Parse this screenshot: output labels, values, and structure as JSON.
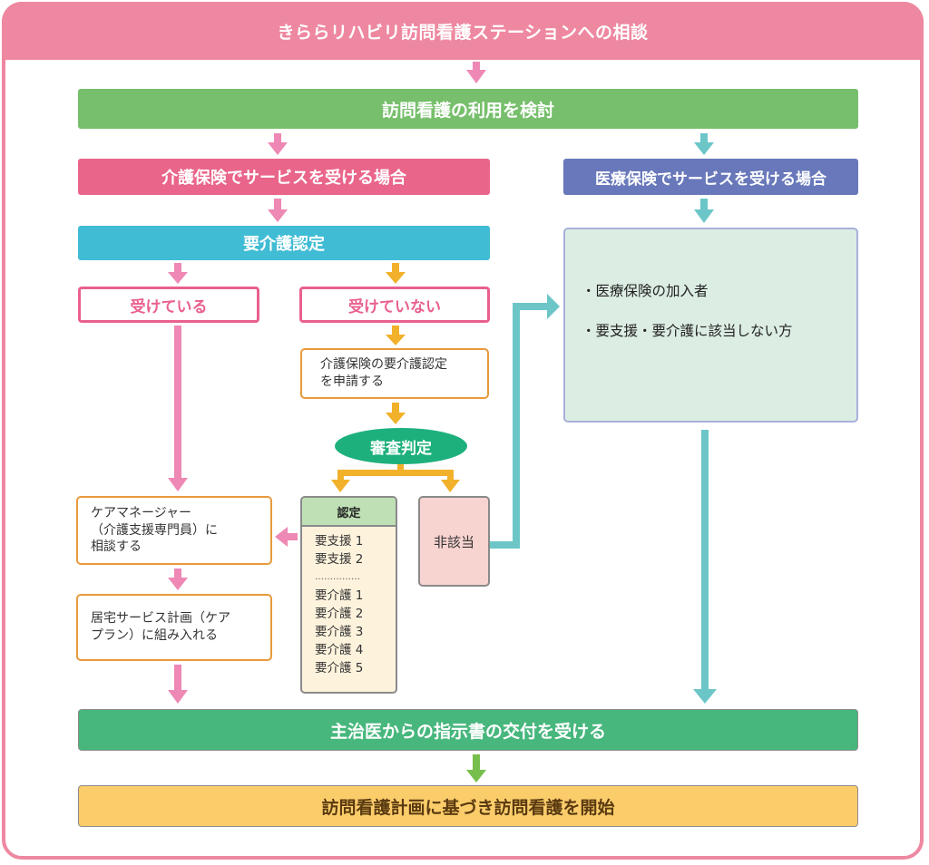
{
  "header": {
    "title": "きららリハビリ訪問看護ステーションへの相談"
  },
  "steps": {
    "consider": "訪問看護の利用を検討",
    "kaigo_route": "介護保険でサービスを受ける場合",
    "iryo_route": "医療保険でサービスを受ける場合",
    "yokaigo_nintei": "要介護認定",
    "received": "受けている",
    "not_received": "受けていない",
    "apply": [
      "介護保険の要介護認定",
      "を申請する"
    ],
    "review": "審査判定",
    "care_manager": [
      "ケアマネージャー",
      "（介護支援専門員）に",
      "相談する"
    ],
    "care_plan": [
      "居宅サービス計画（ケア",
      "プラン）に組み入れる"
    ],
    "not_applicable": "非該当",
    "doctor_instruction": "主治医からの指示書の交付を受ける",
    "start_visit": "訪問看護計画に基づき訪問看護を開始"
  },
  "certification": {
    "title": "認定",
    "support_levels": [
      "要支援 1",
      "要支援 2"
    ],
    "separator": "……………",
    "care_levels": [
      "要介護 1",
      "要介護 2",
      "要介護 3",
      "要介護 4",
      "要介護 5"
    ]
  },
  "iryo_conditions": [
    "・医療保険の加入者",
    "・要支援・要介護に該当しない方"
  ],
  "colors": {
    "frame": "#ee88a0",
    "consider": "#77bf6c",
    "kaigo": "#e9658a",
    "iryo": "#6878ba",
    "yokaigo": "#40bcd5",
    "review": "#1db07c",
    "doctor": "#47b77d",
    "start": "#fbcc6a",
    "arrow_pink": "#ee88b4",
    "arrow_teal": "#6cc6c8",
    "arrow_orange": "#f2b12a",
    "arrow_green": "#77bf4c"
  }
}
